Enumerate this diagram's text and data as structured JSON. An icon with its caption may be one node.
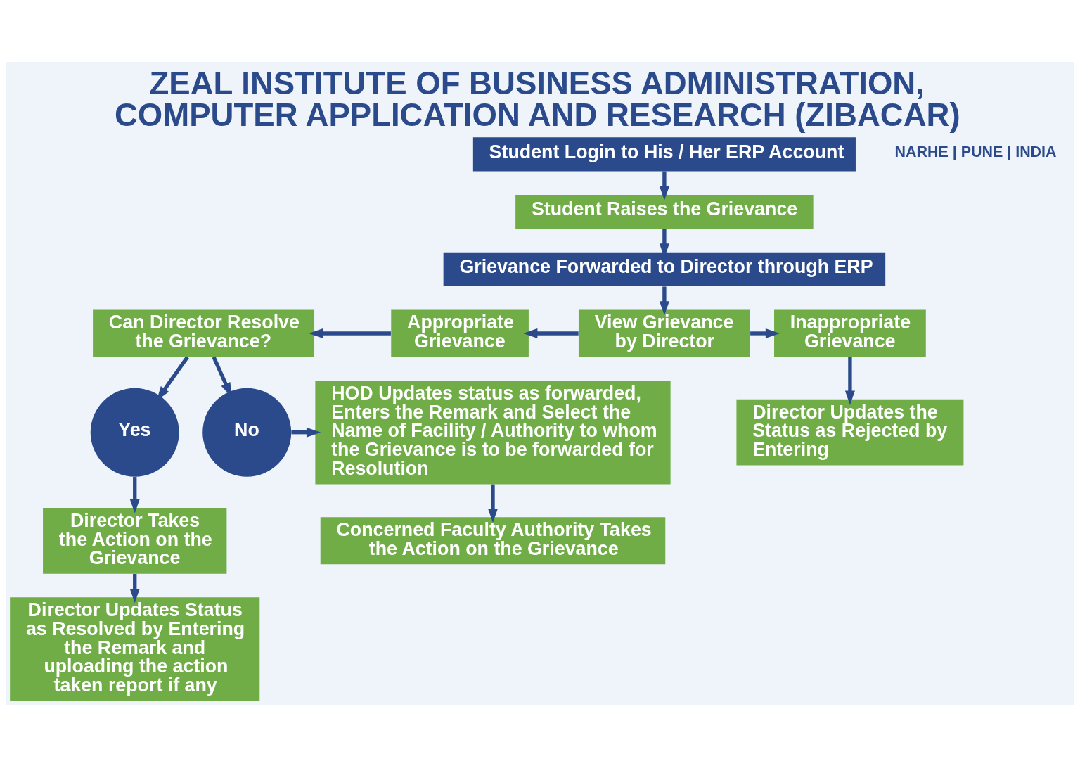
{
  "diagram": {
    "title": "ZEAL INSTITUTE OF BUSINESS ADMINISTRATION, COMPUTER APPLICATION AND RESEARCH (ZIBACAR)",
    "nodes": [
      {
        "text": [
          "Student Login to His / Her ERP Account"
        ]
      },
      {
        "text": [
          "Student Raises the Grievance"
        ]
      },
      {
        "text": [
          "Grievance Forwarded to Director through ERP"
        ]
      },
      {
        "text": [
          "Can Director Resolve the Grievance?"
        ]
      },
      {
        "text": [
          "Appropriate Grievance"
        ]
      },
      {
        "text": [
          "View Grievance by Director"
        ]
      },
      {
        "text": [
          "Inappropriate Grievance"
        ]
      },
      {
        "text": [
          "Yes"
        ]
      },
      {
        "text": [
          "No"
        ]
      },
      {
        "text": [
          "HOD Updates status as forwarded, Enters the Remark and Select the Name of Facility / Authority to whom the Grievance is to be forwarded for Resolution"
        ]
      },
      {
        "text": [
          "Director Updates the Status as Rejected by Entering"
        ]
      },
      {
        "text": [
          "Director Takes the Action on the Grievance"
        ]
      },
      {
        "text": [
          "Concerned Faculty Authority Takes the Action on the Grievance"
        ]
      },
      {
        "text": [
          "Director Updates Status as Resolved by Entering the Remark and uploading the action taken report if any"
        ]
      }
    ],
    "edges": [
      {
        "from": 0,
        "to": 1,
        "arrow": "to"
      },
      {
        "from": 1,
        "to": 2,
        "arrow": "to"
      },
      {
        "from": 2,
        "to": 5,
        "arrow": "to"
      },
      {
        "from": 5,
        "to": 4,
        "arrow": "to"
      },
      {
        "from": 5,
        "to": 6,
        "arrow": "to"
      },
      {
        "from": 4,
        "to": 3,
        "arrow": "to"
      },
      {
        "from": 3,
        "to": 7,
        "arrow": "to"
      },
      {
        "from": 3,
        "to": 8,
        "arrow": "to"
      },
      {
        "from": 8,
        "to": 9,
        "arrow": "to"
      },
      {
        "from": 6,
        "to": 10,
        "arrow": "to"
      },
      {
        "from": 7,
        "to": 11,
        "arrow": "to"
      },
      {
        "from": 9,
        "to": 12,
        "arrow": "to"
      },
      {
        "from": 11,
        "to": 13,
        "arrow": "to"
      }
    ],
    "labels": [
      "NARHE | PUNE | INDIA"
    ]
  }
}
